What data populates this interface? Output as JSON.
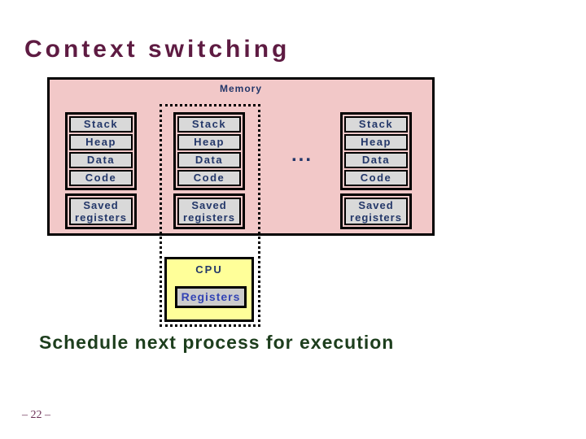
{
  "slide": {
    "title": "Context switching",
    "caption": "Schedule next process for execution",
    "page_number": "– 22 –"
  },
  "memory": {
    "label": "Memory",
    "ellipsis": "...",
    "columns": [
      {
        "cells": [
          "Stack",
          "Heap",
          "Data",
          "Code"
        ],
        "saved_registers": "Saved registers"
      },
      {
        "cells": [
          "Stack",
          "Heap",
          "Data",
          "Code"
        ],
        "saved_registers": "Saved registers"
      },
      {
        "cells": [
          "Stack",
          "Heap",
          "Data",
          "Code"
        ],
        "saved_registers": "Saved registers"
      }
    ]
  },
  "cpu": {
    "label": "CPU",
    "registers": "Registers"
  },
  "colors": {
    "title_maroon": "#5e1b42",
    "memory_bg": "#f2c8c8",
    "cell_bg": "#d9d9d9",
    "label_navy": "#233769",
    "cpu_bg": "#ffff99",
    "registers_text_blue": "#3344b4",
    "caption_green": "#1d3e1d",
    "page_number": "#6b2f55",
    "border": "#000000"
  }
}
